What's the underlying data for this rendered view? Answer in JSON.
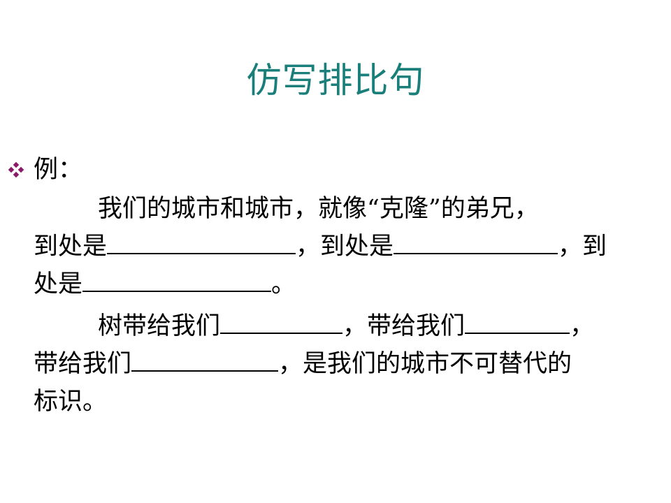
{
  "slide": {
    "title": "仿写排比句",
    "accent_color": "#1a7f7a",
    "bullet_icon": "diamond-cluster-icon",
    "bullet_color": "#8b1a6b",
    "bullet_label": "例：",
    "paragraph1": {
      "l1": "我们的城市和城市，就像“克隆”的弟兄，",
      "l2_a": "到处是",
      "l2_b": "，到处是",
      "l2_c": "，到",
      "l3_a": "处是",
      "l3_b": "。"
    },
    "paragraph2": {
      "l1_a": "树带给我们",
      "l1_b": "，带给我们",
      "l1_c": "，",
      "l2_a": "带给我们",
      "l2_b": "，是我们的城市不可替代的",
      "l3": "标识。"
    }
  }
}
